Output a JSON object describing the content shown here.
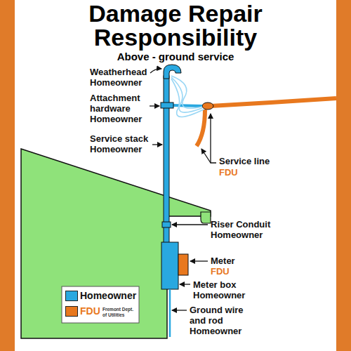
{
  "diagram": {
    "title": "Damage Repair Responsibility",
    "labels": [
      "Above - ground service",
      "Weatherhead",
      "Homeowner",
      "Attachment hardware",
      "Homeowner",
      "Service stack",
      "Homeowner",
      "Service line",
      "FDU",
      "Riser Conduit",
      "Homeowner",
      "Meter",
      "FDU",
      "Meter box",
      "Homeowner",
      "Ground wire and rod",
      "Homeowner",
      "Fremont Dept. of Utilities"
    ],
    "legend": [
      {
        "text": "Homeowner",
        "color": "#29a8e0"
      },
      {
        "text": "FDU",
        "color": "#e8781e"
      }
    ]
  }
}
